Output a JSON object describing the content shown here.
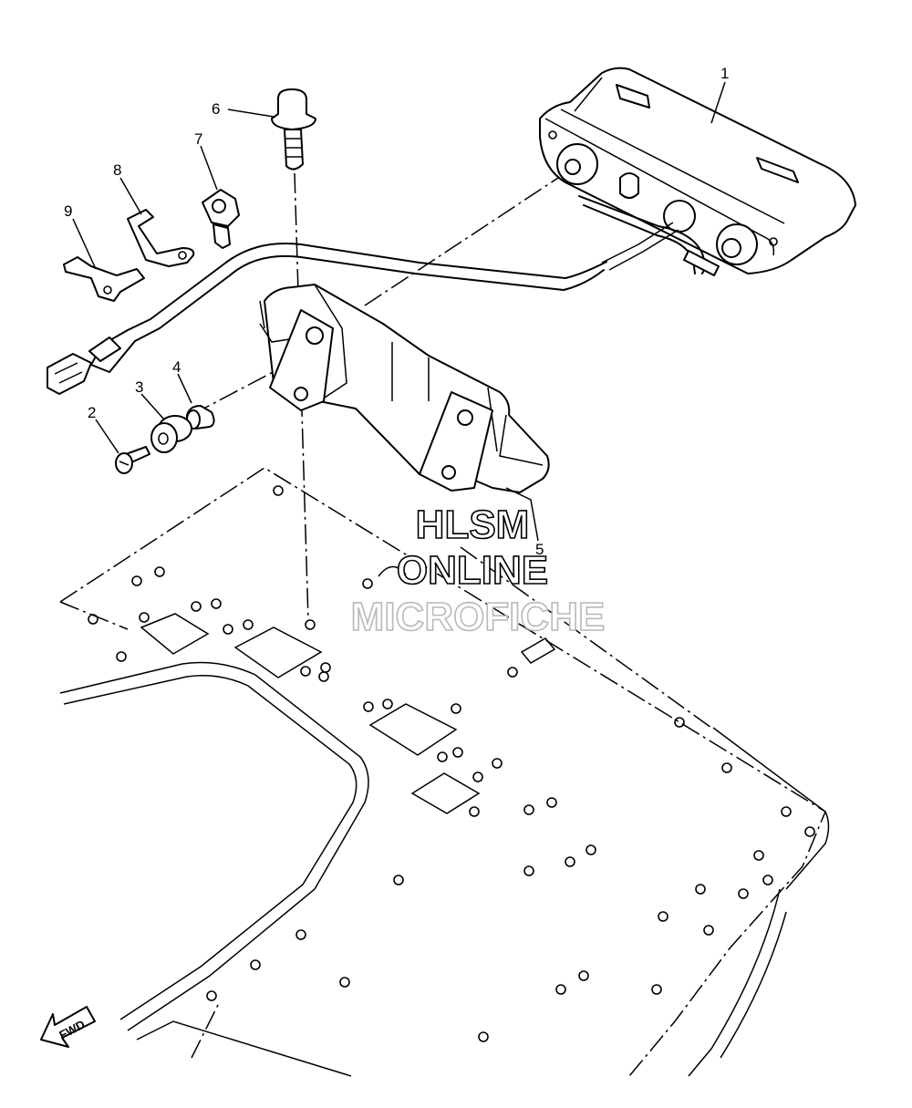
{
  "callouts": [
    {
      "label": "1"
    },
    {
      "label": "2"
    },
    {
      "label": "3"
    },
    {
      "label": "4"
    },
    {
      "label": "5"
    },
    {
      "label": "6"
    },
    {
      "label": "7"
    },
    {
      "label": "8"
    },
    {
      "label": "9"
    }
  ],
  "watermark": {
    "line1": "HLSM",
    "line2": "ONLINE",
    "line3": "MICROFICHE"
  },
  "direction_arrow": {
    "label": "FWD",
    "icon": "forward-arrow-icon"
  }
}
